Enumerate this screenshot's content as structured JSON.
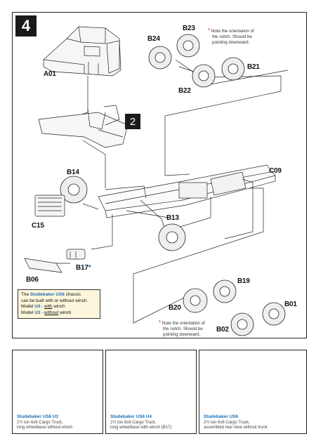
{
  "step": {
    "number": "4",
    "substep": "2"
  },
  "parts": {
    "A01": "A01",
    "B24": "B24",
    "B23": "B23",
    "B21": "B21",
    "B22": "B22",
    "B14": "B14",
    "C09": "C09",
    "C15": "C15",
    "B13": "B13",
    "B06": "B06",
    "B17": "B17",
    "B17_mark": "*",
    "B19": "B19",
    "B20": "B20",
    "B01": "B01",
    "B02": "B02"
  },
  "notes": {
    "top": {
      "star": "*",
      "line1": "Note the orientation of",
      "line2": "the notch.  Should be",
      "line3": "pointing downward."
    },
    "bottom": {
      "star": "*",
      "line1": "Note the orientation of",
      "line2": "the notch.  Should be",
      "line3": "pointing downward."
    }
  },
  "info": {
    "line1_prefix": "The ",
    "brand": "Studebaker US6",
    "line1_suffix": " chassis",
    "line2": "can be built with or without winch.",
    "model1_prefix": "Model ",
    "model1_code": "U4",
    "model1_mid": " - ",
    "model1_uword": "with",
    "model1_suffix": " winch",
    "model2_prefix": "Model ",
    "model2_code": "U3",
    "model2_mid": " - ",
    "model2_uword": "without",
    "model2_suffix": " winch"
  },
  "panels": [
    {
      "title": "Studebaker US6 U3",
      "line1": "2½ ton 6x6 Cargo Truck,",
      "line2": "long wheelbase without winch"
    },
    {
      "title": "Studebaker US6 U4",
      "line1": "2½ ton 6x6 Cargo Truck,",
      "line2": "long wheelbase with winch (B17)"
    },
    {
      "title": "Studebaker US6",
      "line1": "2½ ton 6x6 Cargo Truck,",
      "line2": "assembled rear view without trunk"
    }
  ],
  "colors": {
    "accent_blue": "#1b6fb6",
    "star_red": "#dd2222",
    "info_bg": "#fbf6dc"
  }
}
